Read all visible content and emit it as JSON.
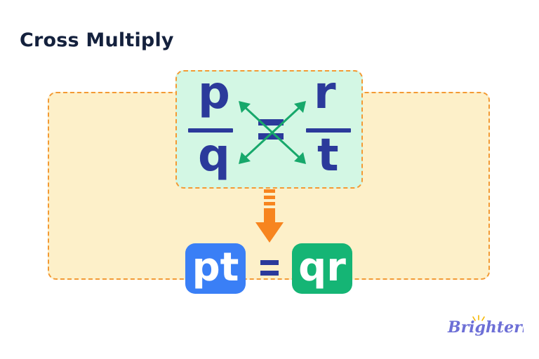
{
  "title": "Cross Multiply",
  "fraction_left": {
    "numerator": "p",
    "denominator": "q"
  },
  "fraction_right": {
    "numerator": "r",
    "denominator": "t"
  },
  "result": {
    "left": "pt",
    "right": "qr"
  },
  "logo_text": "Brighterly",
  "colors": {
    "title_text": "#14213d",
    "letters": "#2b3a9b",
    "outer_fill": "#fdf0c9",
    "inner_fill": "#d3f7e4",
    "dashed_border": "#f39a34",
    "cross_arrows": "#17a86b",
    "down_arrow": "#f7851f",
    "pt_box": "#3a7ff6",
    "qr_box": "#15b575",
    "logo": "#6d6fd6",
    "logo_sun": "#f5b700"
  },
  "icons": {
    "cross_arrows": "cross-multiply-arrows-icon",
    "down_arrow": "down-arrow-icon",
    "logo": "brighterly-logo"
  }
}
